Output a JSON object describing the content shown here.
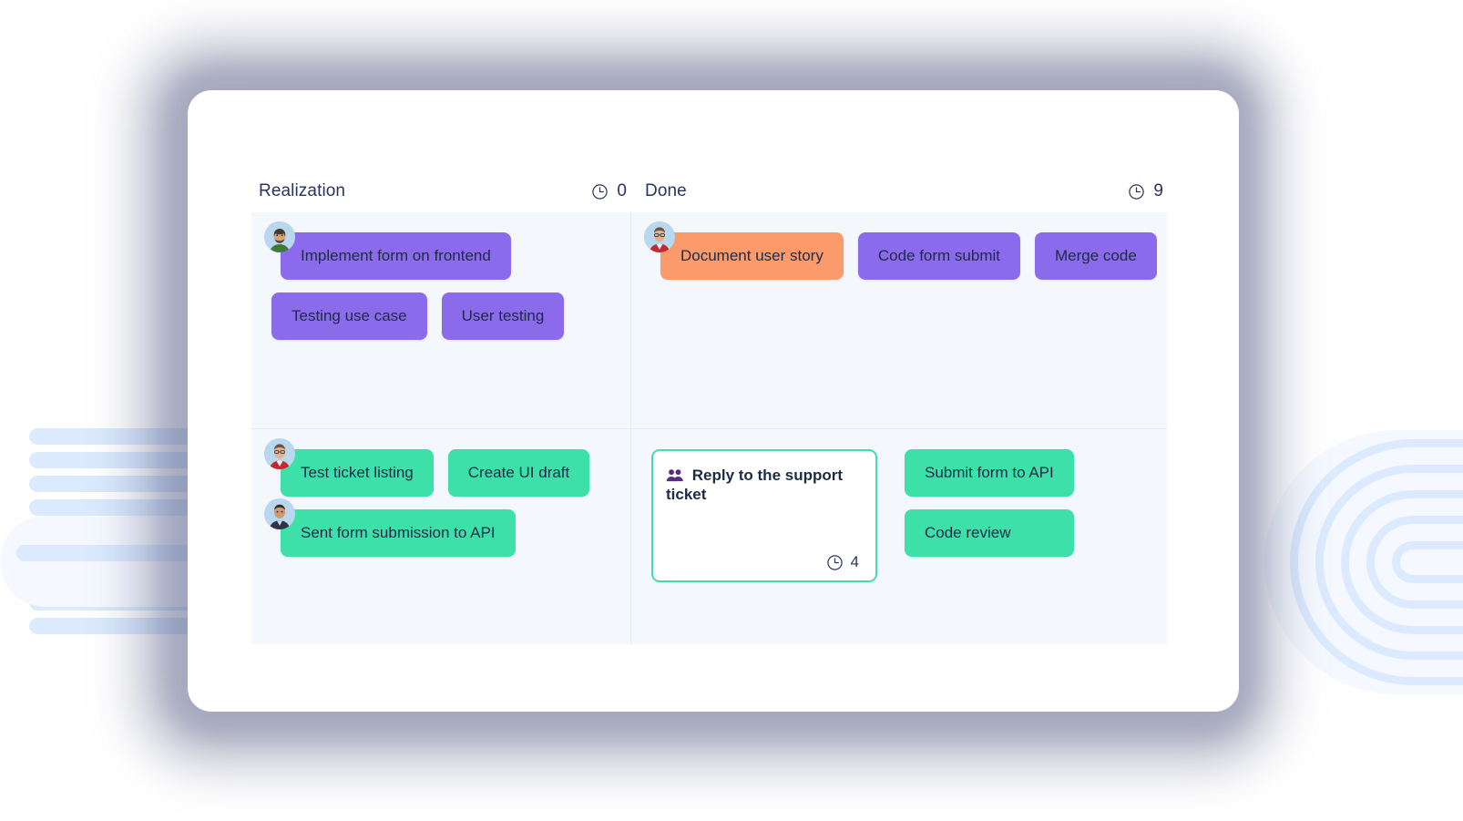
{
  "board": {
    "columns": [
      {
        "title": "Realization",
        "count": "0",
        "clock_icon": "clock-icon"
      },
      {
        "title": "Done",
        "count": "9",
        "clock_icon": "clock-icon"
      }
    ],
    "cells": {
      "row0_realization": [
        {
          "label": "Implement form on frontend",
          "color": "purple",
          "avatar": "avatar-bearded-green"
        },
        {
          "label": "Testing use case",
          "color": "purple",
          "avatar": null
        },
        {
          "label": "User testing",
          "color": "purple",
          "avatar": null
        }
      ],
      "row0_done": [
        {
          "label": "Document user story",
          "color": "orange",
          "avatar": "avatar-glasses-red"
        },
        {
          "label": "Code form submit",
          "color": "purple",
          "avatar": null
        },
        {
          "label": "Merge code",
          "color": "purple",
          "avatar": null
        }
      ],
      "row1_realization": [
        {
          "label": "Test ticket listing",
          "color": "green",
          "avatar": "avatar-glasses-red"
        },
        {
          "label": "Create UI draft",
          "color": "green",
          "avatar": null
        },
        {
          "label": "Sent form submission to API",
          "color": "green",
          "avatar": "avatar-darkshirt"
        }
      ],
      "row1_done": [
        {
          "label": "Submit form to API",
          "color": "green",
          "avatar": null
        },
        {
          "label": "Code review",
          "color": "green",
          "avatar": null
        }
      ]
    },
    "detail_card": {
      "title": "Reply to the support ticket",
      "people_icon": "people-icon",
      "clock_icon": "clock-icon",
      "count": "4"
    }
  },
  "colors": {
    "purple": "#8b6bec",
    "orange": "#fb9a6b",
    "green": "#3ce0a8",
    "board_bg": "#f4f8fc",
    "text_navy": "#28355c",
    "deco_blue": "#dbeafe"
  }
}
